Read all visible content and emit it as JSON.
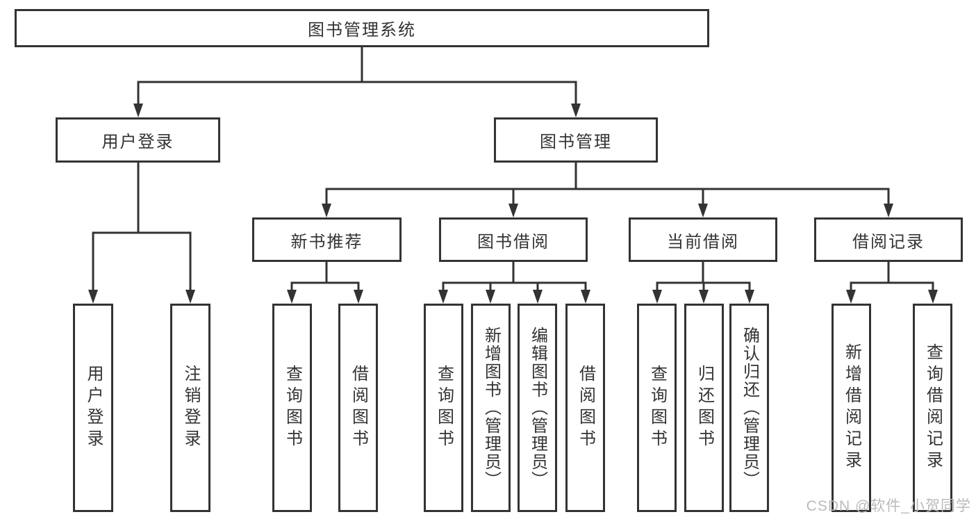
{
  "tree": {
    "label": "图书管理系统",
    "children": [
      {
        "label": "用户登录",
        "children": [
          {
            "label": "用户登录"
          },
          {
            "label": "注销登录"
          }
        ]
      },
      {
        "label": "图书管理",
        "children": [
          {
            "label": "新书推荐",
            "children": [
              {
                "label": "查询图书"
              },
              {
                "label": "借阅图书"
              }
            ]
          },
          {
            "label": "图书借阅",
            "children": [
              {
                "label": "查询图书"
              },
              {
                "label": "新增图书（管理员）"
              },
              {
                "label": "编辑图书（管理员）"
              },
              {
                "label": "借阅图书"
              }
            ]
          },
          {
            "label": "当前借阅",
            "children": [
              {
                "label": "查询图书"
              },
              {
                "label": "归还图书"
              },
              {
                "label": "确认归还（管理员）"
              }
            ]
          },
          {
            "label": "借阅记录",
            "children": [
              {
                "label": "新增借阅记录"
              },
              {
                "label": "查询借阅记录"
              }
            ]
          }
        ]
      }
    ]
  },
  "watermark": "CSDN @软件_小贺同学",
  "colors": {
    "line": "#333333",
    "box_border": "#333333",
    "text": "#333333",
    "watermark": "#bababa",
    "background": "#ffffff"
  }
}
